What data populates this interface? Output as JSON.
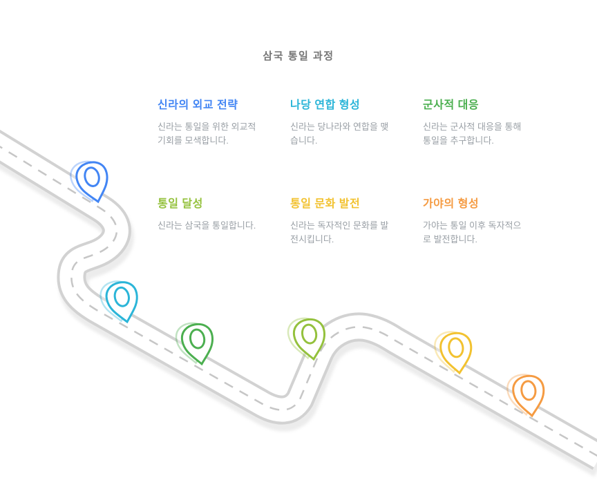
{
  "title": "삼국 통일 과정",
  "steps": [
    {
      "heading": "신라의 외교 전략",
      "description": "신라는 통일을 위한 외교적 기회를 모색합니다.",
      "color": "#4285f4"
    },
    {
      "heading": "나당 연합 형성",
      "description": "신라는 당나라와 연합을 맺습니다.",
      "color": "#2bb5d8"
    },
    {
      "heading": "군사적 대응",
      "description": "신라는 군사적 대응을 통해 통일을 추구합니다.",
      "color": "#4caf50"
    },
    {
      "heading": "통일 달성",
      "description": "신라는 삼국을 통일합니다.",
      "color": "#94c13d"
    },
    {
      "heading": "통일 문화 발전",
      "description": "신라는 독자적인 문화를 발전시킵니다.",
      "color": "#f2c230"
    },
    {
      "heading": "가야의 형성",
      "description": "가야는 통일 이후 독자적으로 발전합니다.",
      "color": "#f59b42"
    }
  ],
  "road": {
    "surface": "#ffffff",
    "border": "#d2d2d2",
    "centerline": "#c6c6c6",
    "shadow": "#ececec"
  }
}
